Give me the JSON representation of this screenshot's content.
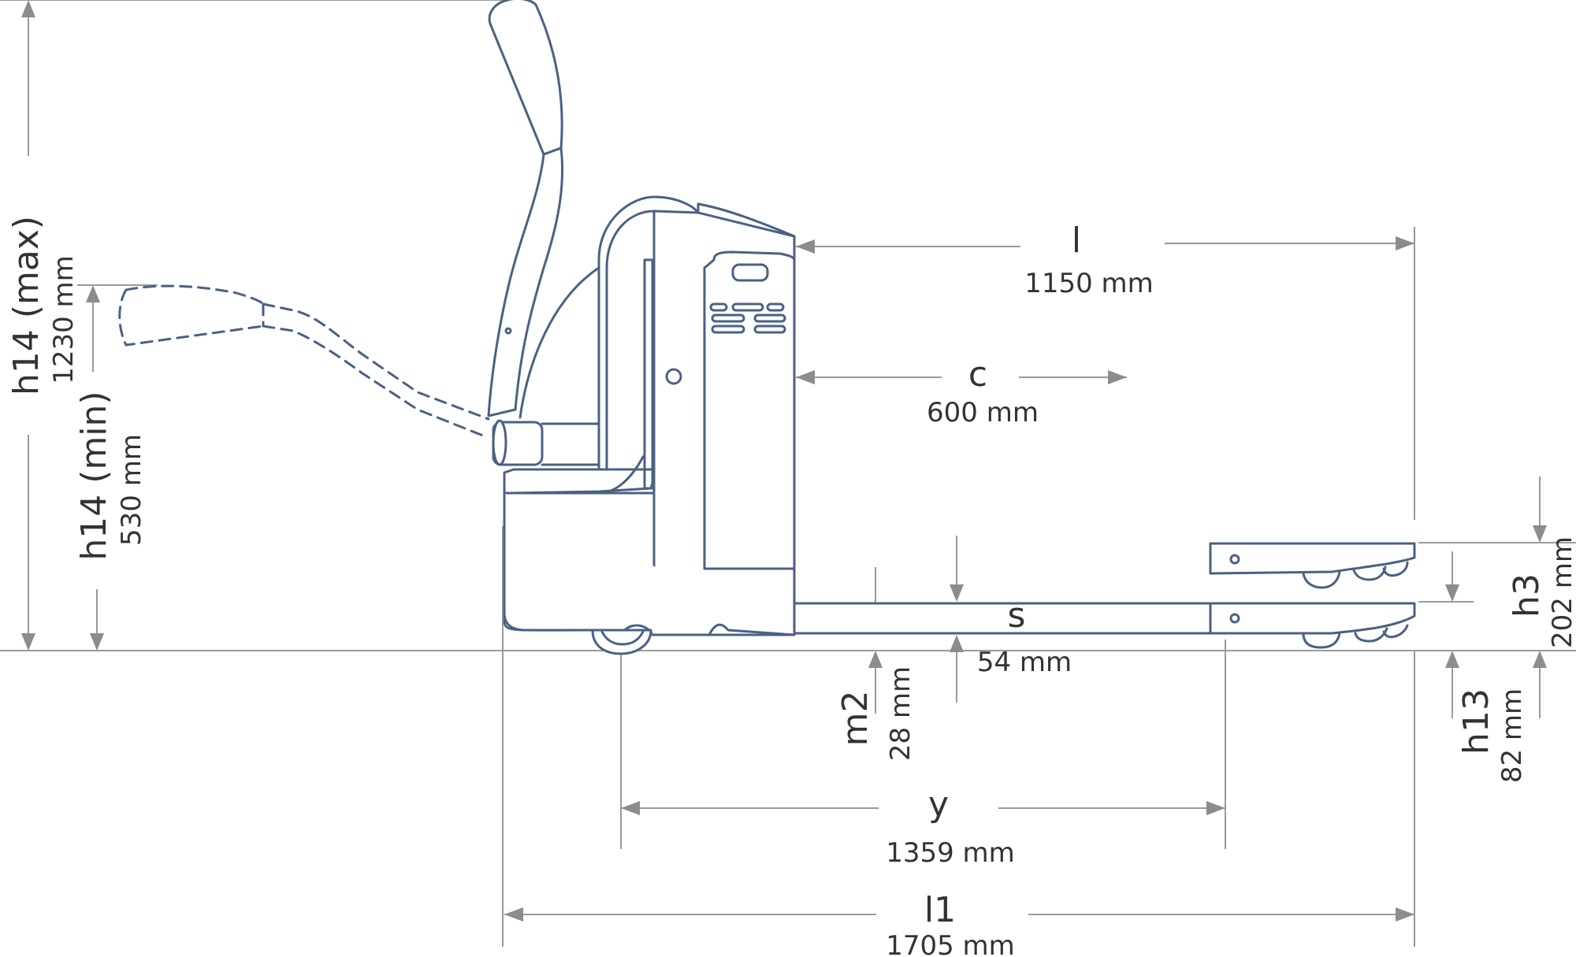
{
  "diagram": {
    "dimensions": [
      {
        "symbol": "h14 (max)",
        "value": "1230 mm"
      },
      {
        "symbol": "h14 (min)",
        "value": "530 mm"
      },
      {
        "symbol": "l",
        "value": "1150 mm"
      },
      {
        "symbol": "c",
        "value": "600 mm"
      },
      {
        "symbol": "s",
        "value": "54 mm"
      },
      {
        "symbol": "m2",
        "value": "28 mm"
      },
      {
        "symbol": "y",
        "value": "1359 mm"
      },
      {
        "symbol": "l1",
        "value": "1705 mm"
      },
      {
        "symbol": "h3",
        "value": "202 mm"
      },
      {
        "symbol": "h13",
        "value": "82 mm"
      }
    ]
  }
}
